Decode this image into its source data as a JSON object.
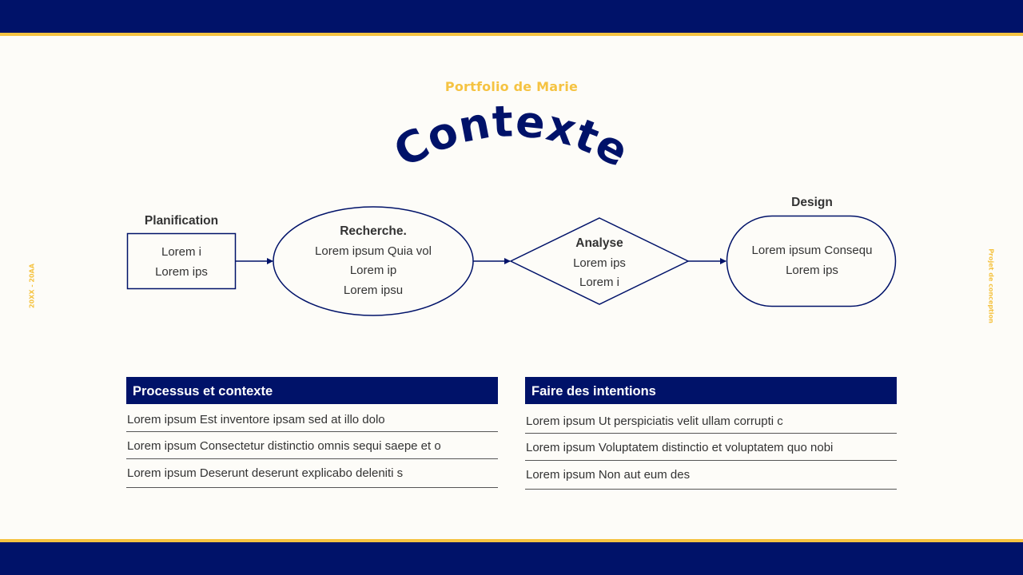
{
  "header": {
    "kicker": "Portfolio de Marie",
    "title": "Contexte"
  },
  "side": {
    "left": "20XX - 20AA",
    "right": "Projet de conception"
  },
  "colors": {
    "navy": "#001269",
    "gold": "#f5c342",
    "background": "#fdfcf8"
  },
  "flow": {
    "planification": {
      "label": "Planification",
      "lines": [
        "Lorem i",
        "Lorem ips"
      ]
    },
    "recherche": {
      "heading": "Recherche.",
      "lines": [
        "Lorem ipsum Quia vol",
        "Lorem ip",
        "Lorem ipsu"
      ]
    },
    "analyse": {
      "heading": "Analyse",
      "lines": [
        "Lorem ips",
        "Lorem i"
      ]
    },
    "design": {
      "label": "Design",
      "lines": [
        "Lorem ipsum Consequ",
        "Lorem ips"
      ]
    }
  },
  "panels": [
    {
      "title": "Processus et contexte",
      "items": [
        "Lorem ipsum Est inventore ipsam sed at illo dolo",
        "Lorem ipsum Consectetur distinctio omnis sequi saepe et o",
        "Lorem ipsum Deserunt deserunt explicabo deleniti s"
      ]
    },
    {
      "title": "Faire des intentions",
      "items": [
        "Lorem ipsum Ut perspiciatis velit ullam corrupti c",
        "Lorem ipsum Voluptatem distinctio et voluptatem quo nobi",
        "Lorem ipsum Non aut eum des"
      ]
    }
  ]
}
